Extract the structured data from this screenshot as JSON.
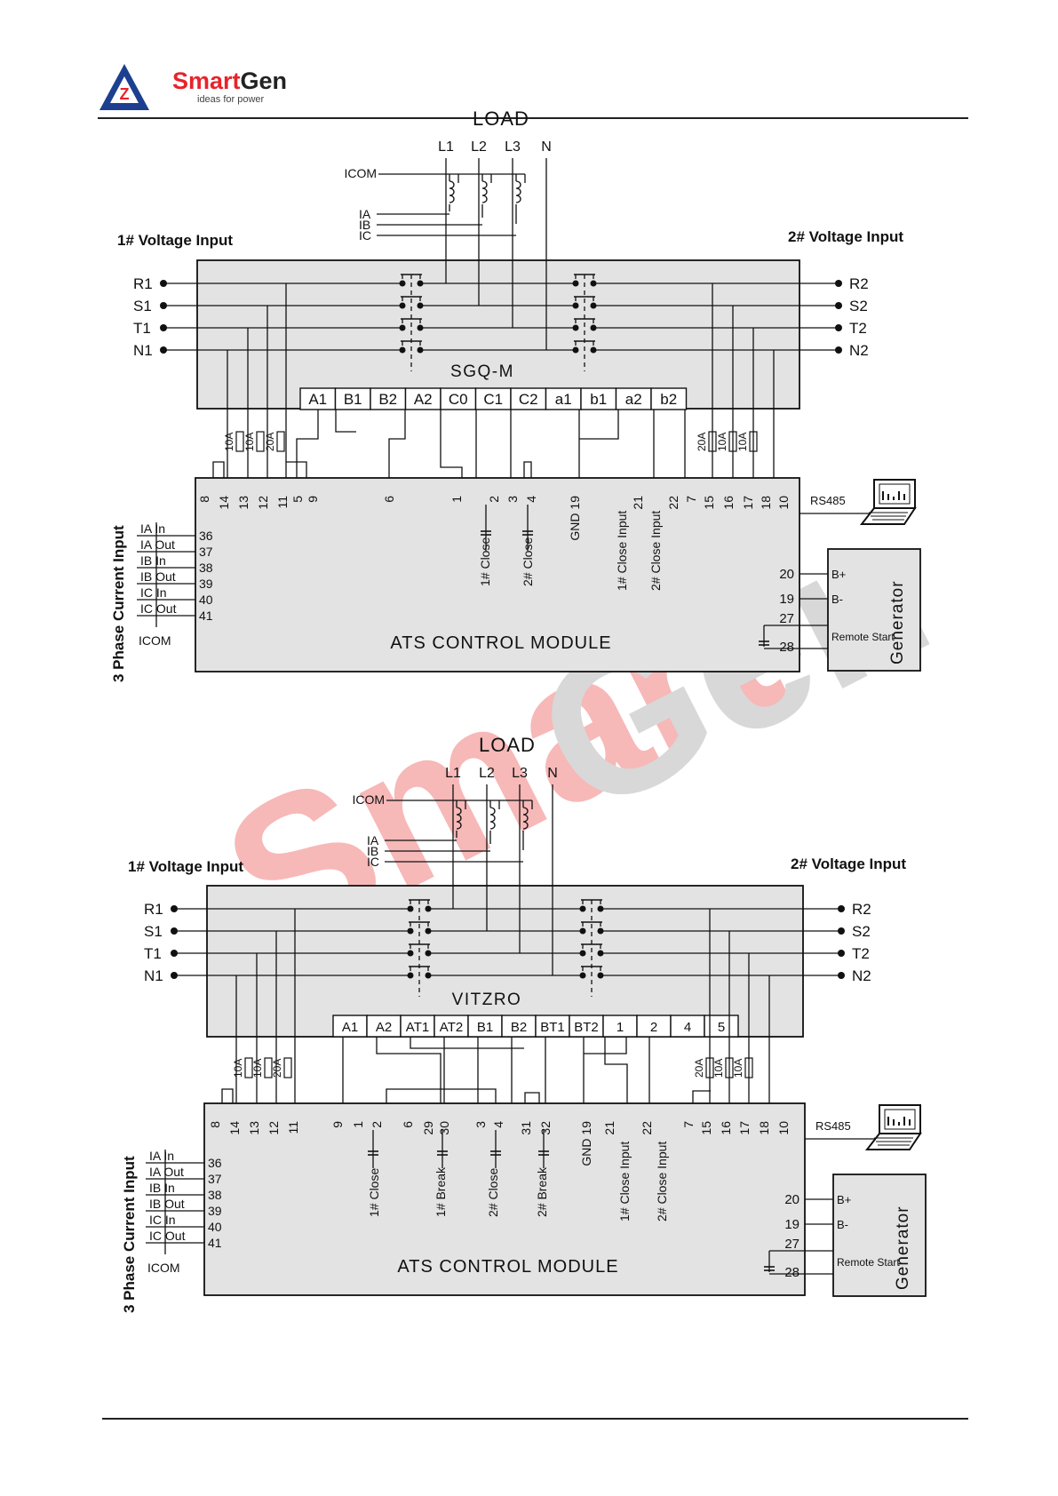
{
  "header": {
    "brand_part1": "Smart",
    "brand_part2": "Gen",
    "tagline": "ideas for power",
    "logo_letter": "Z"
  },
  "watermark": "SmartGen",
  "diagrams": [
    {
      "load_label": "LOAD",
      "load_lines": [
        "L1",
        "L2",
        "L3",
        "N"
      ],
      "icom": "ICOM",
      "ct_labels": [
        "IA",
        "IB",
        "IC"
      ],
      "voltage_input_1": "1# Voltage Input",
      "voltage_input_2": "2# Voltage Input",
      "left_phases": [
        "R1",
        "S1",
        "T1",
        "N1"
      ],
      "right_phases": [
        "R2",
        "S2",
        "T2",
        "N2"
      ],
      "switch_name": "SGQ-M",
      "switch_terminals": [
        "A1",
        "B1",
        "B2",
        "A2",
        "C0",
        "C1",
        "C2",
        "a1",
        "b1",
        "a2",
        "b2"
      ],
      "fuses_left": [
        "10A",
        "10A",
        "20A"
      ],
      "fuses_right": [
        "20A",
        "10A",
        "10A"
      ],
      "module_terminals": [
        "8",
        "14",
        "13",
        "12",
        "11",
        "5",
        "9",
        "6",
        "1",
        "2",
        "3",
        "4",
        "GND 19",
        "21",
        "22",
        "7",
        "15",
        "16",
        "17",
        "18",
        "10"
      ],
      "vertical_labels": [
        "1# Close",
        "2# Close",
        "1# Close Input",
        "2# Close Input"
      ],
      "current_side_label": "3 Phase Current Input",
      "current_inputs": [
        "IA In",
        "IA Out",
        "IB In",
        "IB Out",
        "IC In",
        "IC Out"
      ],
      "current_numbers": [
        "36",
        "37",
        "38",
        "39",
        "40",
        "41"
      ],
      "icom_bottom": "ICOM",
      "module_name": "ATS CONTROL MODULE",
      "rs485": "RS485",
      "gen_numbers": [
        "20",
        "19",
        "27",
        "28"
      ],
      "gen_pins": [
        "B+",
        "B-"
      ],
      "remote_start": "Remote Start",
      "generator": "Generator"
    },
    {
      "load_label": "LOAD",
      "load_lines": [
        "L1",
        "L2",
        "L3",
        "N"
      ],
      "icom": "ICOM",
      "ct_labels": [
        "IA",
        "IB",
        "IC"
      ],
      "voltage_input_1": "1# Voltage Input",
      "voltage_input_2": "2# Voltage Input",
      "left_phases": [
        "R1",
        "S1",
        "T1",
        "N1"
      ],
      "right_phases": [
        "R2",
        "S2",
        "T2",
        "N2"
      ],
      "switch_name": "VITZRO",
      "switch_terminals": [
        "A1",
        "A2",
        "AT1",
        "AT2",
        "B1",
        "B2",
        "BT1",
        "BT2",
        "1",
        "2",
        "4",
        "5"
      ],
      "fuses_left": [
        "10A",
        "10A",
        "20A"
      ],
      "fuses_right": [
        "20A",
        "10A",
        "10A"
      ],
      "module_terminals": [
        "8",
        "14",
        "13",
        "12",
        "11",
        "9",
        "1",
        "2",
        "6",
        "29",
        "30",
        "3",
        "4",
        "31",
        "32",
        "GND 19",
        "21",
        "22",
        "7",
        "15",
        "16",
        "17",
        "18",
        "10"
      ],
      "vertical_labels": [
        "1# Close",
        "1# Break",
        "2# Close",
        "2# Break",
        "1# Close Input",
        "2# Close Input"
      ],
      "current_side_label": "3 Phase Current Input",
      "current_inputs": [
        "IA In",
        "IA Out",
        "IB In",
        "IB Out",
        "IC In",
        "IC Out"
      ],
      "current_numbers": [
        "36",
        "37",
        "38",
        "39",
        "40",
        "41"
      ],
      "icom_bottom": "ICOM",
      "module_name": "ATS CONTROL MODULE",
      "rs485": "RS485",
      "gen_numbers": [
        "20",
        "19",
        "27",
        "28"
      ],
      "gen_pins": [
        "B+",
        "B-"
      ],
      "remote_start": "Remote Start",
      "generator": "Generator"
    }
  ]
}
